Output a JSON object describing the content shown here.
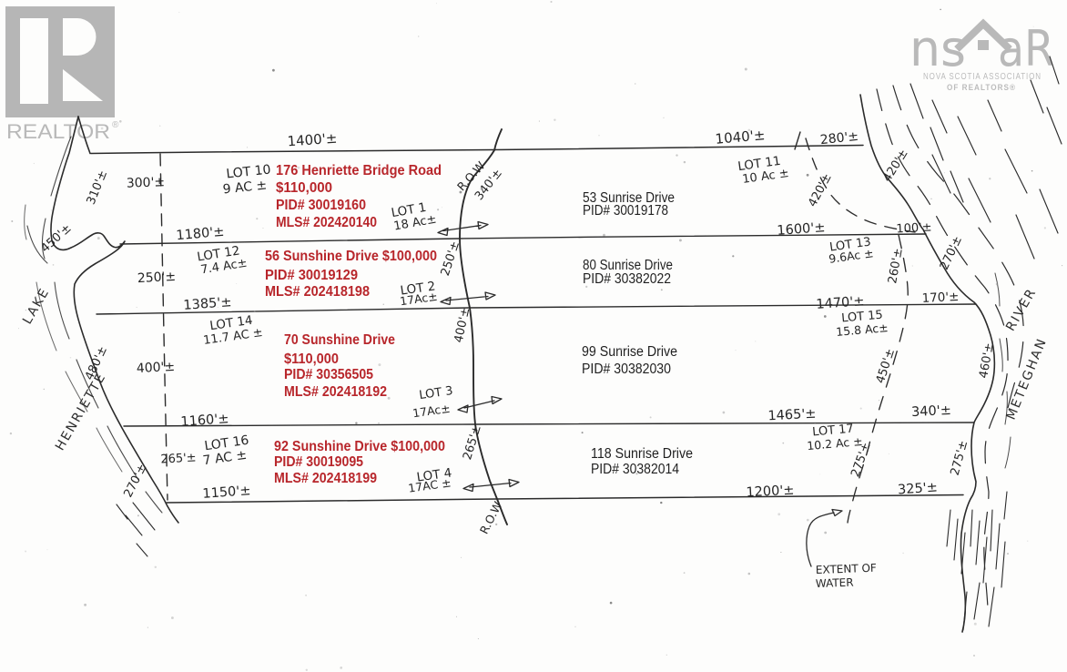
{
  "branding": {
    "realtor": {
      "label": "REALTOR",
      "registered": "®"
    },
    "nsar": {
      "left": "ns",
      "right": "aR",
      "tagline1": "NOVA SCOTIA ASSOCIATION",
      "tagline2": "OF REALTORS®"
    }
  },
  "colors": {
    "annotation_red": "#b8262b",
    "ink": "#2b2b2b",
    "logo_gray": "#b9b9b9"
  },
  "listings": [
    {
      "address": "176 Henriette Bridge Road",
      "price": "$110,000",
      "pid": "PID# 30019160",
      "mls": "MLS# 202420140"
    },
    {
      "address": "56 Sunshine Drive $100,000",
      "pid": "PID# 30019129",
      "mls": "MLS# 202418198"
    },
    {
      "address": "70 Sunshine Drive",
      "price": "$110,000",
      "pid": "PID# 30356505",
      "mls": "MLS# 202418192"
    },
    {
      "address": "92 Sunshine Drive $100,000",
      "pid": "PID# 30019095",
      "mls": "MLS# 202418199"
    }
  ],
  "parcels": [
    {
      "address": "53 Sunrise Drive",
      "pid": "PID# 30019178"
    },
    {
      "address": "80 Sunrise Drive",
      "pid": "PID# 30382022"
    },
    {
      "address": "99 Sunrise Drive",
      "pid": "PID# 30382030"
    },
    {
      "address": "118 Sunrise Drive",
      "pid": "PID# 30382014"
    }
  ],
  "lots": [
    {
      "label": "LOT 10",
      "area": "9 AC ±"
    },
    {
      "label": "LOT 1",
      "area": "18 Ac±"
    },
    {
      "label": "LOT 11",
      "area": "10 Ac ±"
    },
    {
      "label": "LOT 12",
      "area": "7.4 Ac±"
    },
    {
      "label": "LOT 2",
      "area": "17Ac±"
    },
    {
      "label": "LOT 13",
      "area": "9.6Ac ±"
    },
    {
      "label": "LOT 14",
      "area": "11.7 AC ±"
    },
    {
      "label": "LOT 3",
      "area": "17Ac±"
    },
    {
      "label": "LOT 15",
      "area": "15.8 Ac±"
    },
    {
      "label": "LOT 16",
      "area": "7 AC ±"
    },
    {
      "label": "LOT 4",
      "area": "17AC ±"
    },
    {
      "label": "LOT 17",
      "area": "10.2 Ac ±"
    }
  ],
  "dimensions": {
    "top_1400": "1400'±",
    "top_1040": "1040'±",
    "top_280": "280'±",
    "left_300": "300'±",
    "left_250": "250'±",
    "left_400": "400'±",
    "left_265": "265'±",
    "line2_1180": "1180'±",
    "line2_1600": "1600'±",
    "line2_100": "100'±",
    "line3_1385": "1385'±",
    "line3_1470": "1470'±",
    "line3_170": "170'±",
    "line4_1160": "1160'±",
    "line4_1465": "1465'±",
    "line4_340": "340'±",
    "line5_1150": "1150'±",
    "line5_1200": "1200'±",
    "line5_325": "325'±",
    "road_340": "340'±",
    "road_250": "250'±",
    "road_400": "400'±",
    "road_265": "265'±",
    "river_420": "420'±",
    "dash_420": "420'±",
    "river_270": "270'±",
    "dash_260": "260'±",
    "river_460": "460'±",
    "dash_450": "450'±",
    "river_275": "275'±",
    "dash_275": "275'±",
    "lake_310": "310'±",
    "lake_450": "450'±",
    "lake_480": "480'±",
    "lake_270": "270'±"
  },
  "features": {
    "lake_word1": "HENRIETTE",
    "lake_word2": "LAKE",
    "river_word1": "METEGHAN",
    "river_word2": "RIVER",
    "row_top": "R.O.W",
    "row_bottom": "R.O.W",
    "extent_line1": "EXTENT OF",
    "extent_line2": "WATER"
  }
}
